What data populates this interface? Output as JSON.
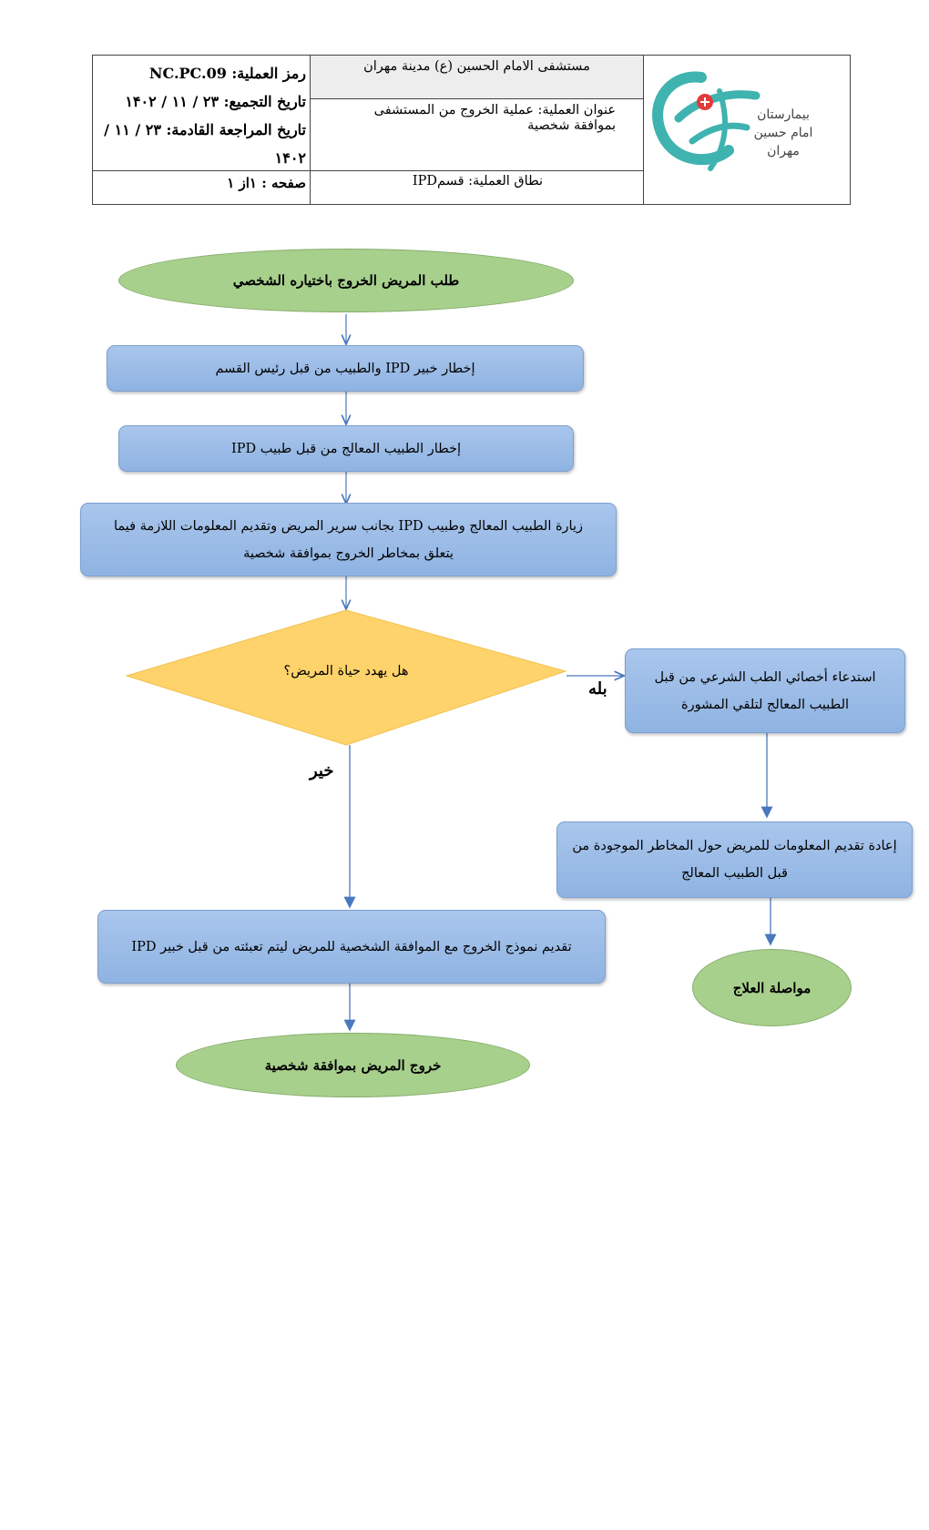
{
  "header": {
    "hospital_name": "مستشفى الامام الحسين (ع) مدينة مهران",
    "process_title": "عنوان العملية: عملية الخروج من المستشفى بموافقة شخصية",
    "process_scope": "نطاق العملية: قسمIPD",
    "process_code": "رمز العملية: NC.PC.09",
    "compile_date": "تاريخ التجميع: ٢٣ / ١١ / ١۴٠٢",
    "next_review_line1": "تاريخ المراجعة القادمة: ٢٣ / ١١ /",
    "next_review_line2": "١۴٠٢",
    "page": "صفحه : ۱از ۱",
    "logo_text": "بیمارستان امام حسین مهران"
  },
  "flow": {
    "start": "طلب المريض الخروج باختياره الشخصي",
    "step1": "إخطار خبير IPD والطبيب من قبل رئيس القسم",
    "step2": "إخطار الطبيب المعالج من قبل طبيب IPD",
    "step3": "زيارة الطبيب المعالج وطبيب IPD بجانب سرير المريض وتقديم المعلومات اللازمة فيما يتعلق بمخاطر الخروج بموافقة شخصية",
    "decision": "هل يهدد حياة المريض؟",
    "yes_label": "بله",
    "no_label": "خير",
    "yes_step1": "استدعاء أخصائي الطب الشرعي من قبل الطبيب المعالج لتلقي المشورة",
    "yes_step2": "إعادة تقديم المعلومات للمريض حول المخاطر الموجودة من قبل الطبيب المعالج",
    "yes_end": "مواصلة العلاج",
    "no_step": "تقديم نموذج الخروج مع الموافقة الشخصية للمريض ليتم تعبئته من قبل خبير IPD",
    "no_end": "خروج المريض بموافقة شخصية"
  },
  "colors": {
    "process_fill": "#9dbde8",
    "terminal_fill": "#a8d08d",
    "decision_fill": "#ffd36b",
    "arrow": "#4a78bd"
  }
}
